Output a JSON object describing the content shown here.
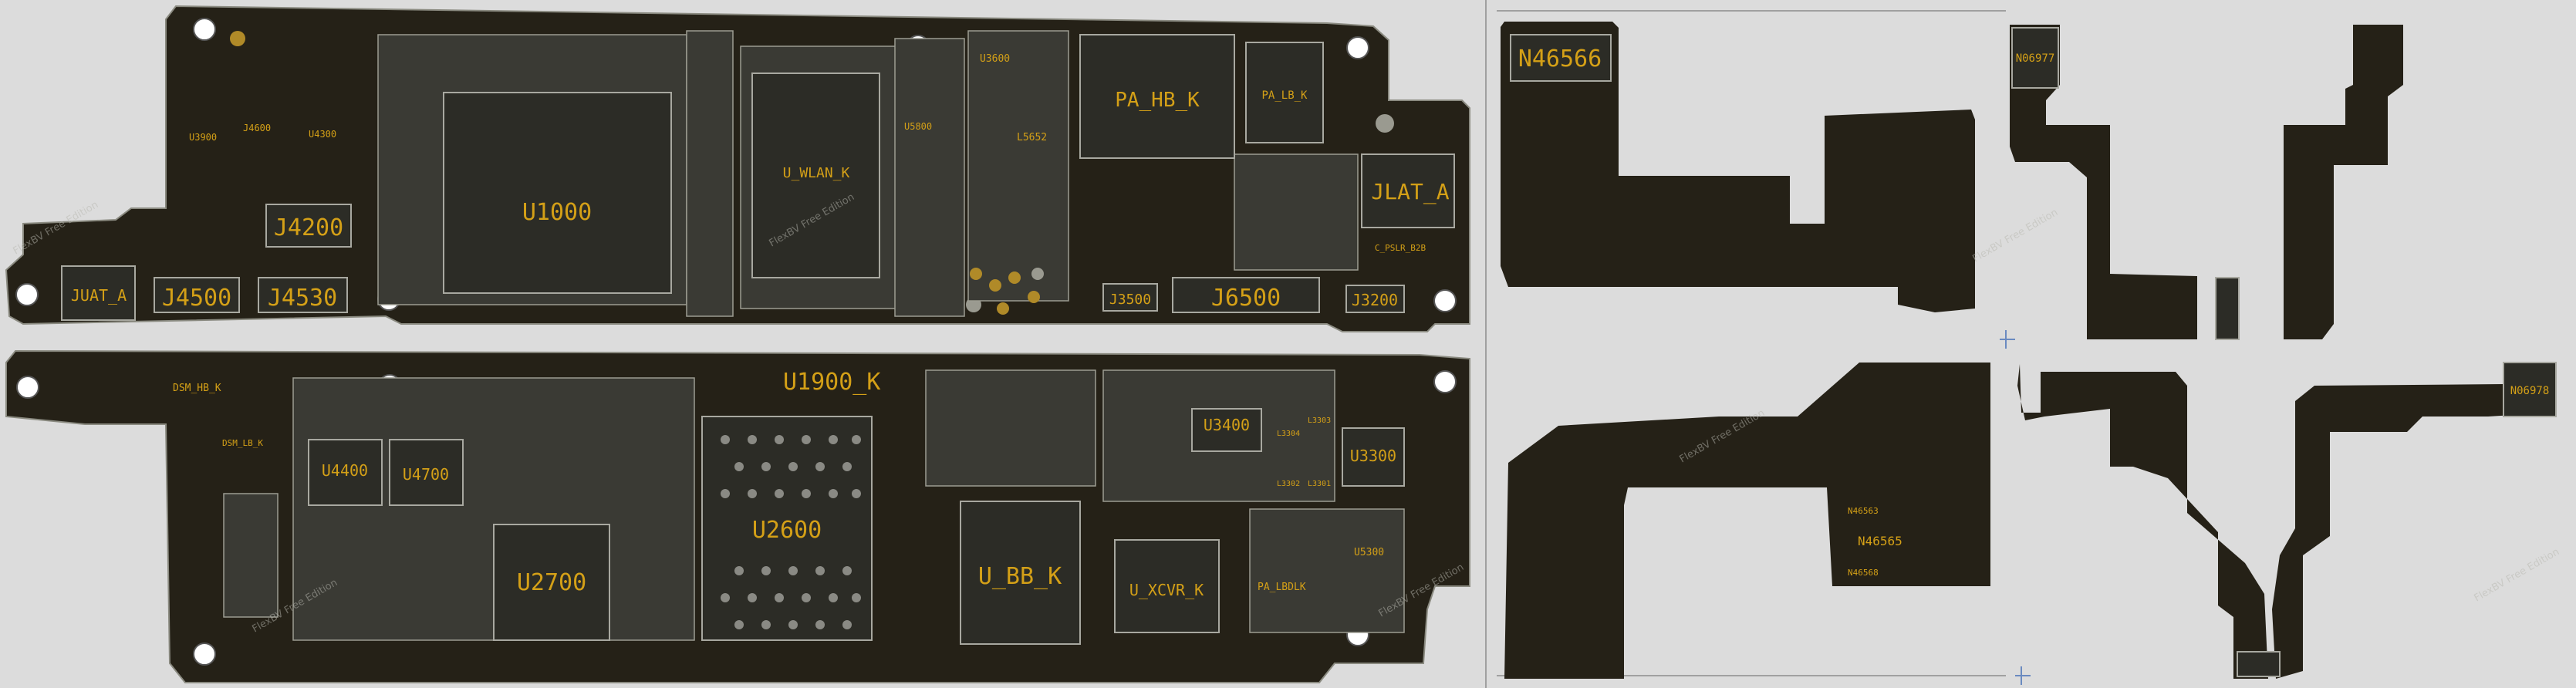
{
  "viewer": {
    "colors": {
      "background": "#dcdcdc",
      "board": "#252117",
      "label": "#d4a017",
      "outline": "#8a8a80",
      "component": "#3a3a34"
    },
    "watermark": "FlexBV Free Edition"
  },
  "top_board": {
    "labels": {
      "u1000": "U1000",
      "pa_hb_k": "PA_HB_K",
      "pa_lb_k": "PA_LB_K",
      "jlat_a": "JLAT_A",
      "juat_a": "JUAT_A",
      "j4200": "J4200",
      "j4500": "J4500",
      "j4530": "J4530",
      "j6500": "J6500",
      "j3200": "J3200",
      "j3500": "J3500",
      "u3600": "U3600",
      "l5652": "L5652",
      "u3900": "U3900",
      "j4600": "J4600",
      "u4300": "U4300",
      "u_wlan_k": "U_WLAN_K",
      "u5800": "U5800",
      "c_pslr_b2b": "C_PSLR_B2B"
    }
  },
  "bottom_board": {
    "labels": {
      "u1900_k": "U1900_K",
      "dsm_hb_k": "DSM_HB_K",
      "u4400": "U4400",
      "u4700": "U4700",
      "u2600": "U2600",
      "u2700": "U2700",
      "u_bb_k": "U_BB_K",
      "u_xcvr_k": "U_XCVR_K",
      "u3400": "U3400",
      "u3300": "U3300",
      "pa_lbdlk": "PA_LBDLK",
      "u5300": "U5300",
      "dsm_lb_k": "DSM_LB_K",
      "l3302": "L3302",
      "l3301": "L3301",
      "l3304": "L3304",
      "l3303": "L3303"
    }
  },
  "flex_parts": {
    "labels": {
      "n46566": "N46566",
      "n06977": "N06977",
      "n06978": "N06978",
      "n46563": "N46563",
      "n46565": "N46565",
      "n46568": "N46568"
    }
  }
}
